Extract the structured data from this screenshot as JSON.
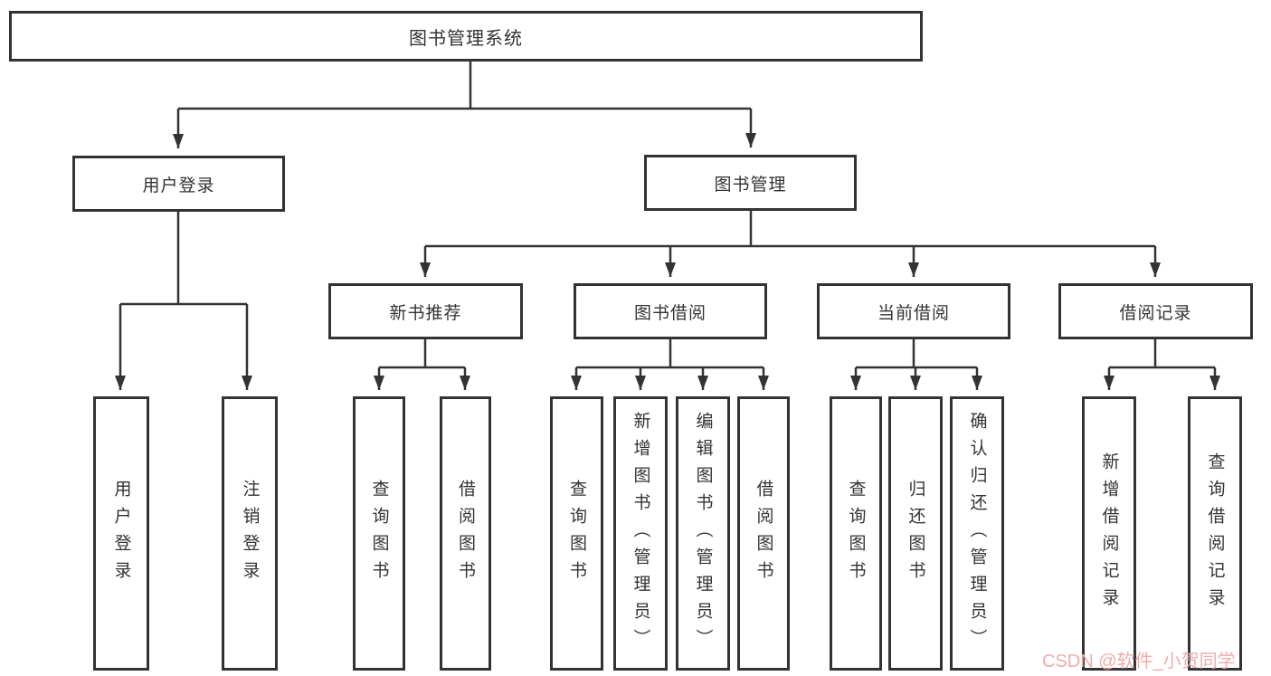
{
  "diagram": {
    "root": {
      "label": "图书管理系统"
    },
    "branches": [
      {
        "label": "用户登录",
        "leaves": [
          {
            "label": "用户登录"
          },
          {
            "label": "注销登录"
          }
        ]
      },
      {
        "label": "图书管理",
        "groups": [
          {
            "label": "新书推荐",
            "leaves": [
              {
                "label": "查询图书"
              },
              {
                "label": "借阅图书"
              }
            ]
          },
          {
            "label": "图书借阅",
            "leaves": [
              {
                "label": "查询图书"
              },
              {
                "label": "新增图书（管理员）"
              },
              {
                "label": "编辑图书（管理员）"
              },
              {
                "label": "借阅图书"
              }
            ]
          },
          {
            "label": "当前借阅",
            "leaves": [
              {
                "label": "查询图书"
              },
              {
                "label": "归还图书"
              },
              {
                "label": "确认归还（管理员）"
              }
            ]
          },
          {
            "label": "借阅记录",
            "leaves": [
              {
                "label": "新增借阅记录"
              },
              {
                "label": "查询借阅记录"
              }
            ]
          }
        ]
      }
    ]
  },
  "watermark": {
    "text": "CSDN @软件_小贺同学",
    "color": "#eda9a9"
  },
  "colors": {
    "line": "#333333",
    "box_border": "#333333",
    "text": "#333333",
    "background": "#ffffff"
  }
}
